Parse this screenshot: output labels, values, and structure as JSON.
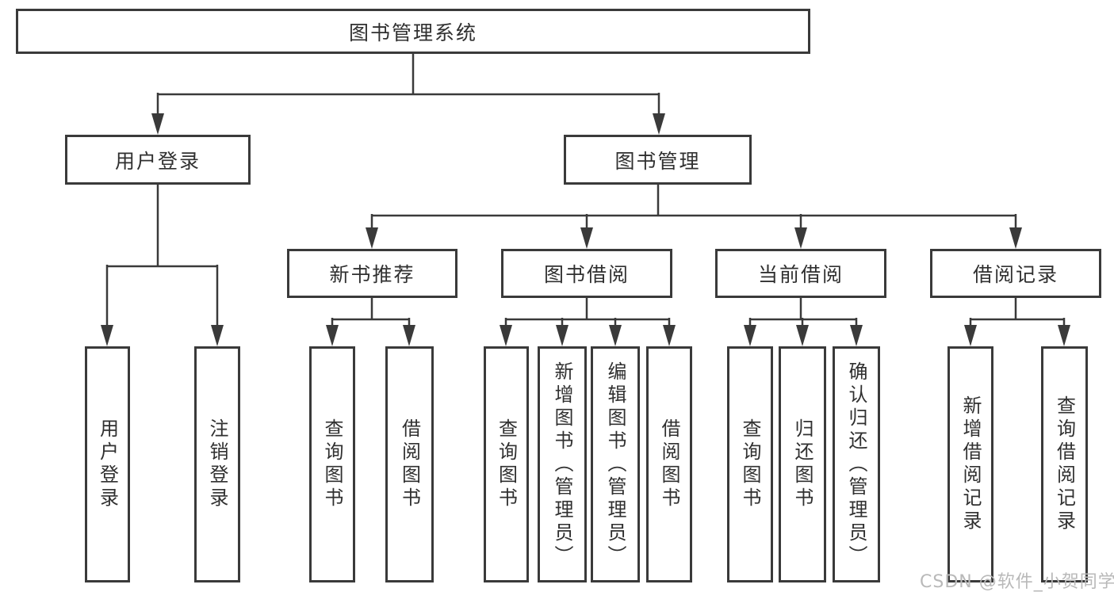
{
  "colors": {
    "line": "#3a3a3a",
    "box_border": "#3a3a3a",
    "text": "#303030",
    "watermark": "#b9b9b9",
    "background": "#ffffff"
  },
  "nodes": {
    "root": {
      "label": "图书管理系统"
    },
    "user_login": {
      "label": "用户登录"
    },
    "book_mgmt": {
      "label": "图书管理"
    },
    "new_book_rec": {
      "label": "新书推荐"
    },
    "book_borrow": {
      "label": "图书借阅"
    },
    "current_borrow": {
      "label": "当前借阅"
    },
    "borrow_record": {
      "label": "借阅记录"
    },
    "leaf_user_login": {
      "label": "用户登录"
    },
    "leaf_logout": {
      "label": "注销登录"
    },
    "leaf_nbr_query": {
      "label": "查询图书"
    },
    "leaf_nbr_borrow": {
      "label": "借阅图书"
    },
    "leaf_bb_query": {
      "label": "查询图书"
    },
    "leaf_bb_add": {
      "label": "新增图书（管理员）"
    },
    "leaf_bb_edit": {
      "label": "编辑图书（管理员）"
    },
    "leaf_bb_borrow": {
      "label": "借阅图书"
    },
    "leaf_cb_query": {
      "label": "查询图书"
    },
    "leaf_cb_return": {
      "label": "归还图书"
    },
    "leaf_cb_confirm": {
      "label": "确认归还（管理员）"
    },
    "leaf_br_add": {
      "label": "新增借阅记录"
    },
    "leaf_br_query": {
      "label": "查询借阅记录"
    }
  },
  "watermark": {
    "text": "CSDN @软件_小贺同学"
  }
}
